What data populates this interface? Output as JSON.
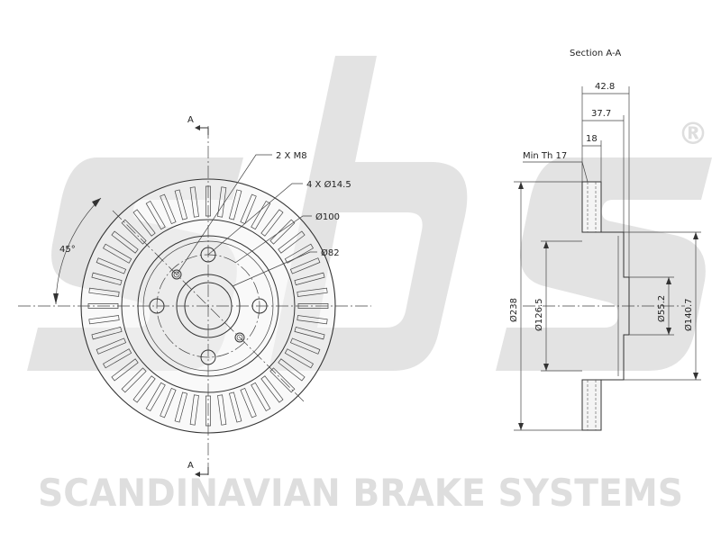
{
  "colors": {
    "watermark": "#e3e3e3",
    "watermark_text": "#dedede",
    "line": "#333333",
    "disc_fill": "#f4f4f4"
  },
  "watermark": {
    "logo": "sbs",
    "registered": "®",
    "company": "SCANDINAVIAN BRAKE SYSTEMS"
  },
  "front_view": {
    "section_marker_top": "A",
    "section_marker_bottom": "A",
    "bolt_threads": "2 X M8",
    "bolt_holes": "4 X Ø14.5",
    "pcd": "Ø100",
    "hub_bore": "Ø82",
    "angle": "45°"
  },
  "section_view": {
    "title": "Section  A-A",
    "total_height": "42.8",
    "hat_height": "37.7",
    "disc_thickness": "18",
    "min_thickness": "Min Th  17",
    "outer_diameter": "Ø238",
    "inner_diameter": "Ø126.5",
    "center_bore": "Ø55.2",
    "hat_diameter": "Ø140.7"
  }
}
